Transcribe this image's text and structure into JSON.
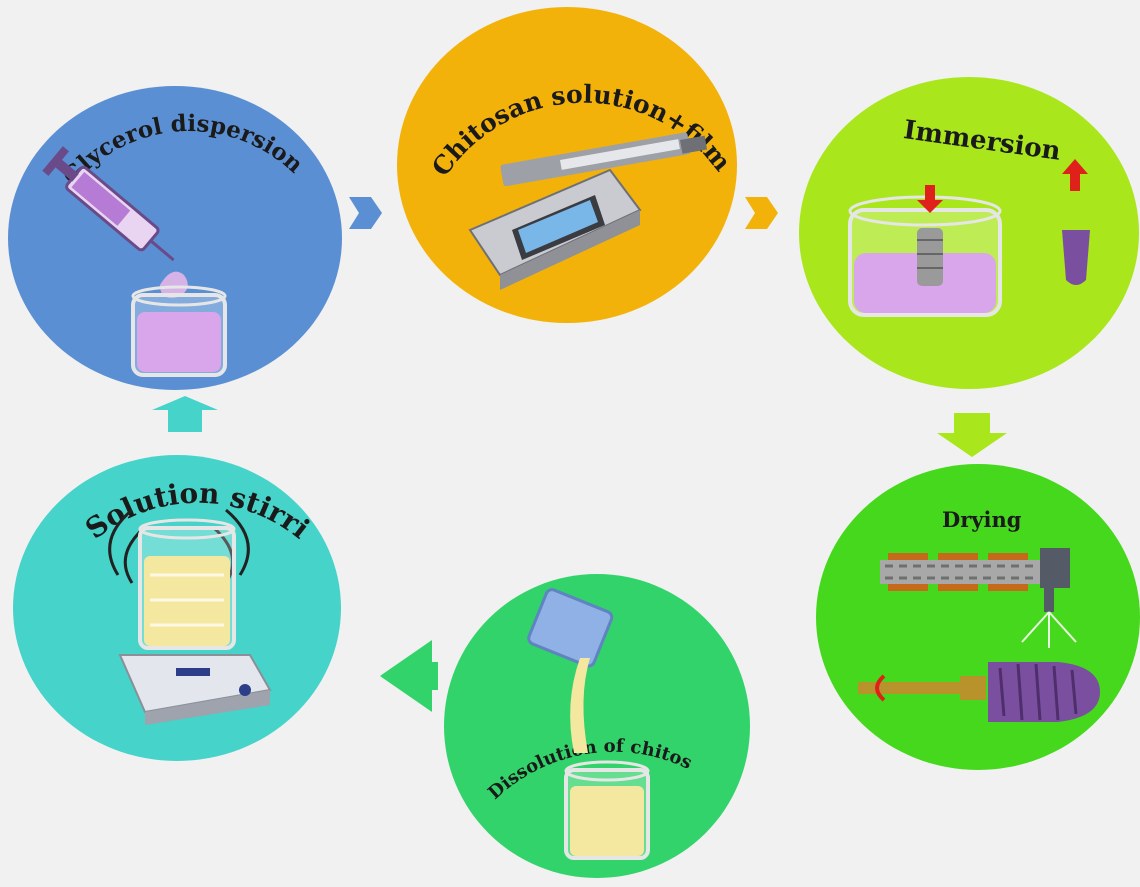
{
  "stages": [
    {
      "id": "glycerol",
      "label": "Glycerol dispersion",
      "color": "#5b8fd3"
    },
    {
      "id": "chitosan",
      "label": "Chitosan solution+film solution",
      "color": "#f2b20a"
    },
    {
      "id": "immersion",
      "label": "Immersion",
      "color": "#a9e61c"
    },
    {
      "id": "drying",
      "label": "Drying",
      "color": "#46d81d"
    },
    {
      "id": "dissolution",
      "label": "Dissolution of chitosan in acid medium",
      "color": "#32d36a"
    },
    {
      "id": "stirring",
      "label": "Solution stirring",
      "color": "#46d3c9"
    }
  ],
  "arrows": {
    "a1": "#5b8fd3",
    "a2": "#f2b20a",
    "a3": "#a9e61c",
    "a4": "#32d36a",
    "a5": "#46d3c9"
  },
  "colors": {
    "liquid": "#d9a6ec",
    "solution": "#f4e7a0",
    "implant": "#7b4fa0",
    "red_arrow": "#e0211b"
  }
}
